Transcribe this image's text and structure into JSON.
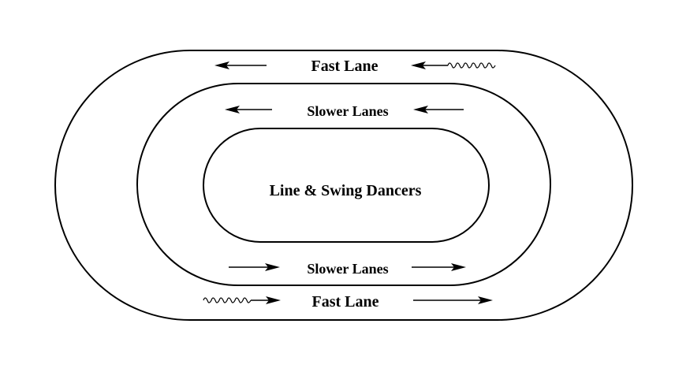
{
  "diagram": {
    "center_label": "Line & Swing Dancers",
    "lanes": {
      "fast_top": "Fast Lane",
      "slower_top": "Slower Lanes",
      "slower_bottom": "Slower Lanes",
      "fast_bottom": "Fast Lane"
    },
    "colors": {
      "stroke": "#000000",
      "background": "#ffffff"
    },
    "icons": {
      "arrow": "arrow-icon",
      "wavy_tail": "wavy-arrow-tail-icon"
    }
  }
}
